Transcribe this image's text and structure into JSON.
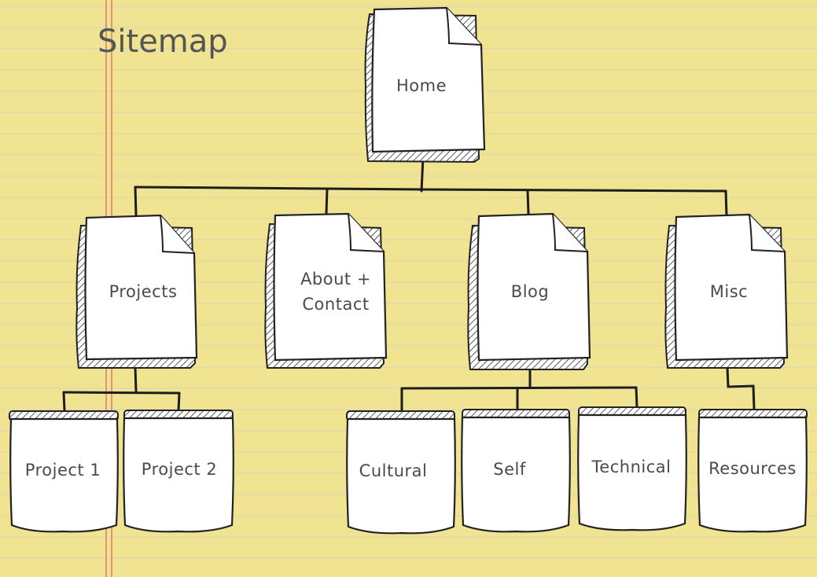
{
  "title": "Sitemap",
  "colors": {
    "paper": "#f0e391",
    "rule": "#d7d7c4",
    "margin": "#e0796a",
    "ink": "#222222",
    "text": "#4a4a4a"
  },
  "nodes": {
    "home": "Home",
    "projects": "Projects",
    "about_line1": "About +",
    "about_line2": "Contact",
    "blog": "Blog",
    "misc": "Misc",
    "project1": "Project 1",
    "project2": "Project 2",
    "cultural": "Cultural",
    "self": "Self",
    "technical": "Technical",
    "resources": "Resources"
  }
}
